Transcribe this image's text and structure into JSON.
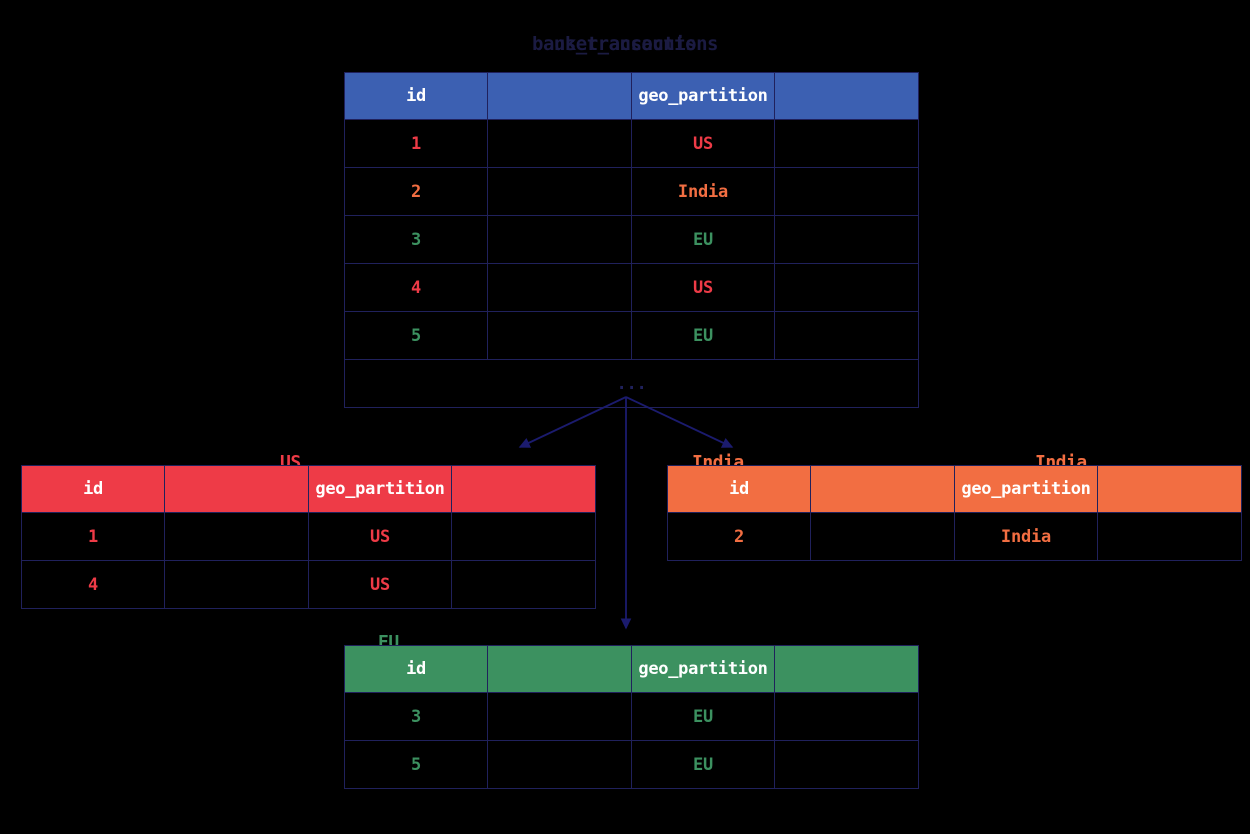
{
  "diagram": {
    "source_table": {
      "title_primary": "bank_transactions",
      "title_overlay": "user_accounts",
      "columns": [
        "id",
        "",
        "geo_partition",
        ""
      ],
      "rows": [
        {
          "id": "1",
          "blank1": "",
          "geo_partition": "US",
          "blank2": "",
          "color": "v-red"
        },
        {
          "id": "2",
          "blank1": "",
          "geo_partition": "India",
          "blank2": "",
          "color": "v-orange"
        },
        {
          "id": "3",
          "blank1": "",
          "geo_partition": "EU",
          "blank2": "",
          "color": "v-green"
        },
        {
          "id": "4",
          "blank1": "",
          "geo_partition": "US",
          "blank2": "",
          "color": "v-red"
        },
        {
          "id": "5",
          "blank1": "",
          "geo_partition": "EU",
          "blank2": "",
          "color": "v-green"
        }
      ],
      "overflow_indicator": "..."
    },
    "partitions": [
      {
        "key": "us",
        "label": "US",
        "accent": "#ee3b47",
        "columns": [
          "id",
          "",
          "geo_partition",
          ""
        ],
        "rows": [
          {
            "id": "1",
            "blank1": "",
            "geo_partition": "US",
            "blank2": ""
          },
          {
            "id": "4",
            "blank1": "",
            "geo_partition": "US",
            "blank2": ""
          }
        ]
      },
      {
        "key": "india",
        "label": "India",
        "accent": "#f26e42",
        "columns": [
          "id",
          "",
          "geo_partition",
          ""
        ],
        "rows": [
          {
            "id": "2",
            "blank1": "",
            "geo_partition": "India",
            "blank2": ""
          }
        ]
      },
      {
        "key": "eu",
        "label": "EU",
        "accent": "#3c9160",
        "columns": [
          "id",
          "",
          "geo_partition",
          ""
        ],
        "rows": [
          {
            "id": "3",
            "blank1": "",
            "geo_partition": "EU",
            "blank2": ""
          },
          {
            "id": "5",
            "blank1": "",
            "geo_partition": "EU",
            "blank2": ""
          }
        ]
      }
    ],
    "connectors": {
      "color": "#1b1b6e",
      "count": 3,
      "origin_label": "bank_transactions",
      "targets": [
        "US",
        "India",
        "EU"
      ]
    },
    "palette": {
      "background": "#000000",
      "grid_line": "#20215c",
      "source_header": "#3c60b2",
      "us_header": "#ee3b47",
      "india_header": "#f26e42",
      "eu_header": "#3c9160",
      "title_text": "#1b1b42",
      "header_text": "#ffffff"
    }
  }
}
